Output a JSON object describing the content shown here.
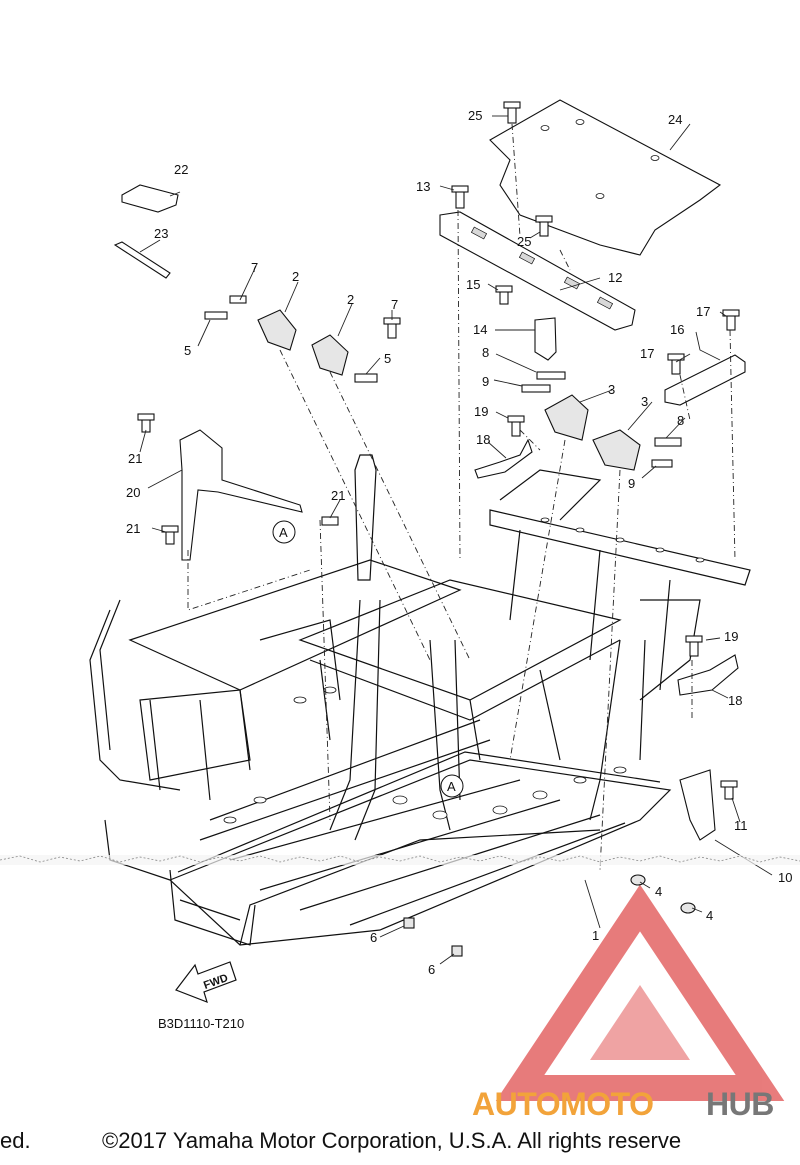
{
  "diagram": {
    "callouts": [
      "1",
      "2",
      "2",
      "3",
      "3",
      "4",
      "4",
      "5",
      "5",
      "6",
      "6",
      "7",
      "7",
      "8",
      "8",
      "9",
      "9",
      "10",
      "11",
      "12",
      "13",
      "14",
      "15",
      "16",
      "17",
      "17",
      "18",
      "18",
      "19",
      "19",
      "20",
      "21",
      "21",
      "21",
      "22",
      "23",
      "24",
      "25",
      "25"
    ],
    "ref_marks": [
      "A",
      "A"
    ],
    "fwd_label": "FWD",
    "diagram_code": "B3D1110-T210"
  },
  "watermark": {
    "text_orange": "AUTOMOTO",
    "text_gray": "HUB",
    "color_red": "#e05050",
    "color_orange": "#f2a33a",
    "color_gray": "#777777"
  },
  "footer": {
    "left_fragment": "ed.",
    "copyright": "©2017 Yamaha Motor Corporation, U.S.A. All rights reserve"
  }
}
